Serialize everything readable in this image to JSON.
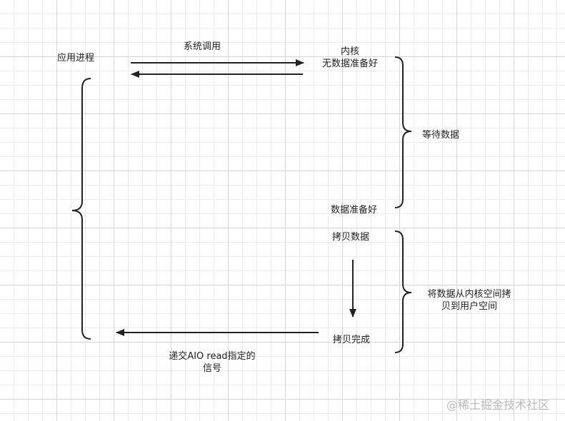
{
  "labels": {
    "app_process": "应用进程",
    "syscall": "系统调用",
    "kernel_line1": "内核",
    "kernel_line2": "无数据准备好",
    "wait_data": "等待数据",
    "data_ready": "数据准备好",
    "copy_data": "拷贝数据",
    "copy_desc_line1": "将数据从内核空间拷",
    "copy_desc_line2": "贝到用户空间",
    "copy_done": "拷贝完成",
    "signal_line1": "递交AIO read指定的",
    "signal_line2": "信号"
  },
  "watermark": "@稀土掘金技术社区"
}
